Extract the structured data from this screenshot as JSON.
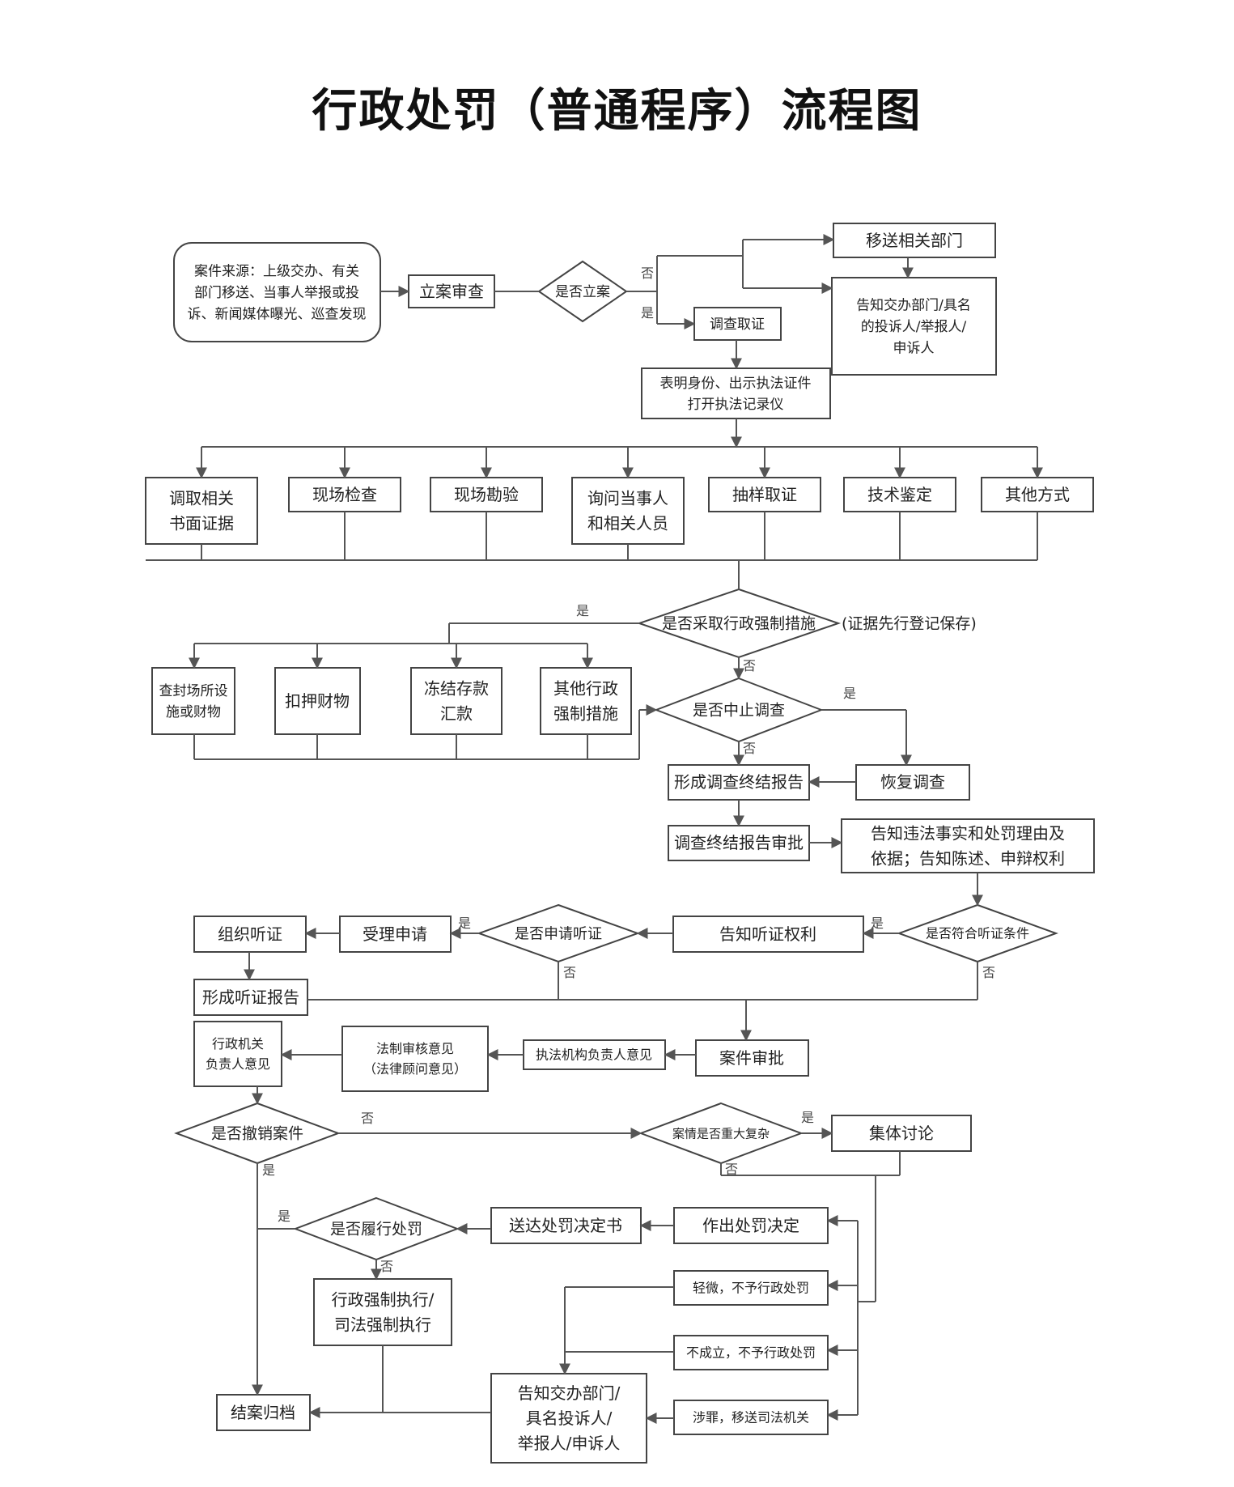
{
  "title": "行政处罚（普通程序）流程图",
  "nodes": {
    "source": [
      "案件来源：上级交办、有关",
      "部门移送、当事人举报或投",
      "诉、新闻媒体曝光、巡查发现"
    ],
    "register_review": [
      "立案审查"
    ],
    "is_register": [
      "是否立案"
    ],
    "transfer_dept": [
      "移送相关部门"
    ],
    "notify_complainant": [
      "告知交办部门/具名",
      "的投诉人/举报人/",
      "申诉人"
    ],
    "investigate": [
      "调查取证"
    ],
    "show_id": [
      "表明身份、出示执法证件",
      "打开执法记录仪"
    ],
    "m_documents": [
      "调取相关",
      "书面证据"
    ],
    "m_onsite_inspect": [
      "现场检查"
    ],
    "m_onsite_survey": [
      "现场勘验"
    ],
    "m_inquire": [
      "询问当事人",
      "和相关人员"
    ],
    "m_sampling": [
      "抽样取证"
    ],
    "m_appraisal": [
      "技术鉴定"
    ],
    "m_other": [
      "其他方式"
    ],
    "is_coercive": [
      "是否采取行政强制措施"
    ],
    "evidence_note": [
      "(证据先行登记保存)"
    ],
    "c_seal": [
      "查封场所设",
      "施或财物"
    ],
    "c_detain": [
      "扣押财物"
    ],
    "c_freeze": [
      "冻结存款",
      "汇款"
    ],
    "c_other": [
      "其他行政",
      "强制措施"
    ],
    "is_suspend": [
      "是否中止调查"
    ],
    "resume": [
      "恢复调查"
    ],
    "final_report": [
      "形成调查终结报告"
    ],
    "report_approve": [
      "调查终结报告审批"
    ],
    "notify_facts": [
      "告知违法事实和处罚理由及",
      "依据；告知陈述、申辩权利"
    ],
    "meets_hearing": [
      "是否符合听证条件"
    ],
    "notify_hearing": [
      "告知听证权利"
    ],
    "apply_hearing": [
      "是否申请听证"
    ],
    "accept": [
      "受理申请"
    ],
    "organize_hearing": [
      "组织听证"
    ],
    "hearing_report": [
      "形成听证报告"
    ],
    "case_approve": [
      "案件审批"
    ],
    "agency_head": [
      "执法机构负责人意见"
    ],
    "legal_review": [
      "法制审核意见",
      "（法律顾问意见）"
    ],
    "org_head": [
      "行政机关",
      "负责人意见"
    ],
    "revoke": [
      "是否撤销案件"
    ],
    "complex": [
      "案情是否重大复杂"
    ],
    "group_discuss": [
      "集体讨论"
    ],
    "decision": [
      "作出处罚决定"
    ],
    "deliver": [
      "送达处罚决定书"
    ],
    "fulfill": [
      "是否履行处罚"
    ],
    "enforce": [
      "行政强制执行/",
      "司法强制执行"
    ],
    "minor": [
      "轻微，不予行政处罚"
    ],
    "not_established": [
      "不成立，不予行政处罚"
    ],
    "crime": [
      "涉罪，移送司法机关"
    ],
    "notify_final": [
      "告知交办部门/",
      "具名投诉人/",
      "举报人/申诉人"
    ],
    "close": [
      "结案归档"
    ]
  },
  "edge_labels": {
    "yes": "是",
    "no": "否"
  }
}
